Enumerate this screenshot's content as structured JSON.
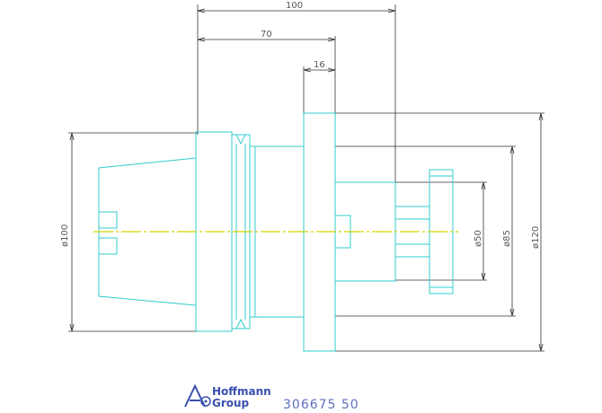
{
  "dimensions": {
    "length_100": "100",
    "length_70": "70",
    "length_16": "16",
    "dia_100": "ø100",
    "dia_50": "ø50",
    "dia_85": "ø85",
    "dia_120": "ø120"
  },
  "logo": {
    "line1": "Hoffmann",
    "line2": "Group"
  },
  "part_number": "306675 50",
  "colors": {
    "part_outline": "#33cccc",
    "dimension_line": "#333333",
    "centerline": "#d4d400",
    "logo": "#3a4fb0"
  }
}
